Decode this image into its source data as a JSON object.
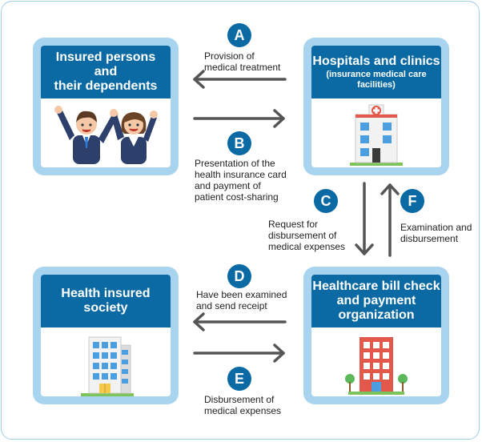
{
  "cards": {
    "insured": {
      "title": "Insured  persons\nand\ntheir dependents"
    },
    "hospitals": {
      "title": "Hospitals and clinics",
      "subtitle": "(insurance medical care\nfacilities)"
    },
    "society": {
      "title": "Health insured\nsociety"
    },
    "organization": {
      "title": "Healthcare bill check\nand payment\norganization"
    }
  },
  "flows": {
    "A": {
      "badge": "A",
      "label": "Provision of\nmedical treatment"
    },
    "B": {
      "badge": "B",
      "label": "Presentation of the\nhealth insurance card\nand payment of\npatient cost-sharing"
    },
    "C": {
      "badge": "C",
      "label": "Request for\ndisbursement of\nmedical expenses"
    },
    "D": {
      "badge": "D",
      "label": "Have been examined\nand send receipt"
    },
    "E": {
      "badge": "E",
      "label": "Disbursement of\nmedical expenses"
    },
    "F": {
      "badge": "F",
      "label": "Examination and\ndisbursement"
    }
  },
  "colors": {
    "header": "#0b6aa3",
    "card_border": "#a8d4ef",
    "arrow": "#555555",
    "building_red": "#e2584a"
  },
  "icons": [
    "insured-people-icon",
    "hospital-building-icon",
    "office-building-icon",
    "payment-organization-building-icon"
  ]
}
